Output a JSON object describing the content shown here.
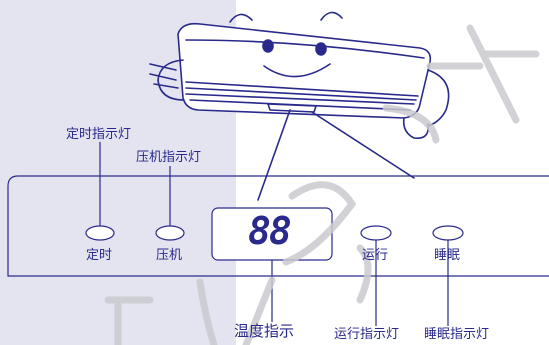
{
  "callouts": {
    "timer_indicator": "定时指示灯",
    "compressor_indicator": "压机指示灯",
    "temperature_indicator": "温度指示",
    "run_indicator": "运行指示灯",
    "sleep_indicator": "睡眠指示灯"
  },
  "panel": {
    "timer_label": "定时",
    "compressor_label": "压机",
    "run_label": "运行",
    "sleep_label": "睡眠",
    "display_value": "88"
  },
  "colors": {
    "ink": "#2a2a8c",
    "left_band": "#e4e4f1",
    "watermark": "#c9c9cf"
  }
}
